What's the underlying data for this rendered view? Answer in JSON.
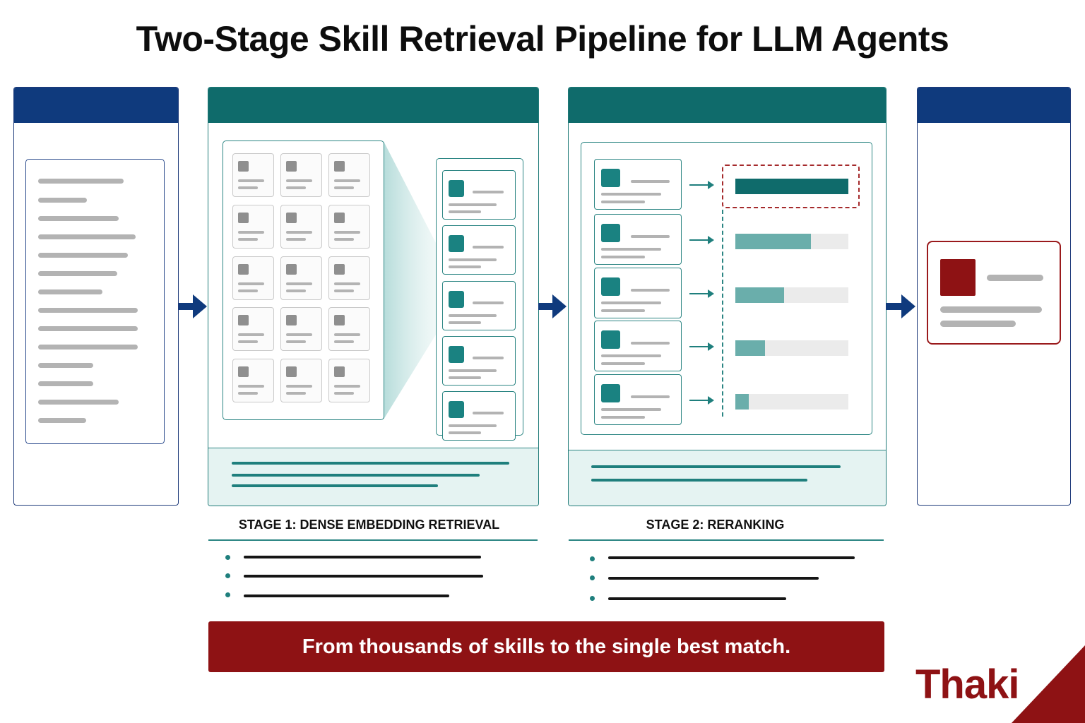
{
  "title": "Two-Stage Skill Retrieval Pipeline for LLM Agents",
  "stages": [
    {
      "label": "STAGE 1: DENSE EMBEDDING RETRIEVAL"
    },
    {
      "label": "STAGE 2: RERANKING"
    }
  ],
  "rerank_scores": [
    1.0,
    0.67,
    0.43,
    0.26,
    0.12
  ],
  "banner": "From thousands of skills to the single best match.",
  "brand": "Thaki",
  "colors": {
    "navy": "#0f3a7d",
    "teal": "#0f6b6b",
    "crimson": "#8e1214",
    "light_teal": "#6aaeab"
  },
  "icons": [
    "arrow-right-icon",
    "document-icon",
    "skill-card-icon",
    "funnel-icon"
  ]
}
